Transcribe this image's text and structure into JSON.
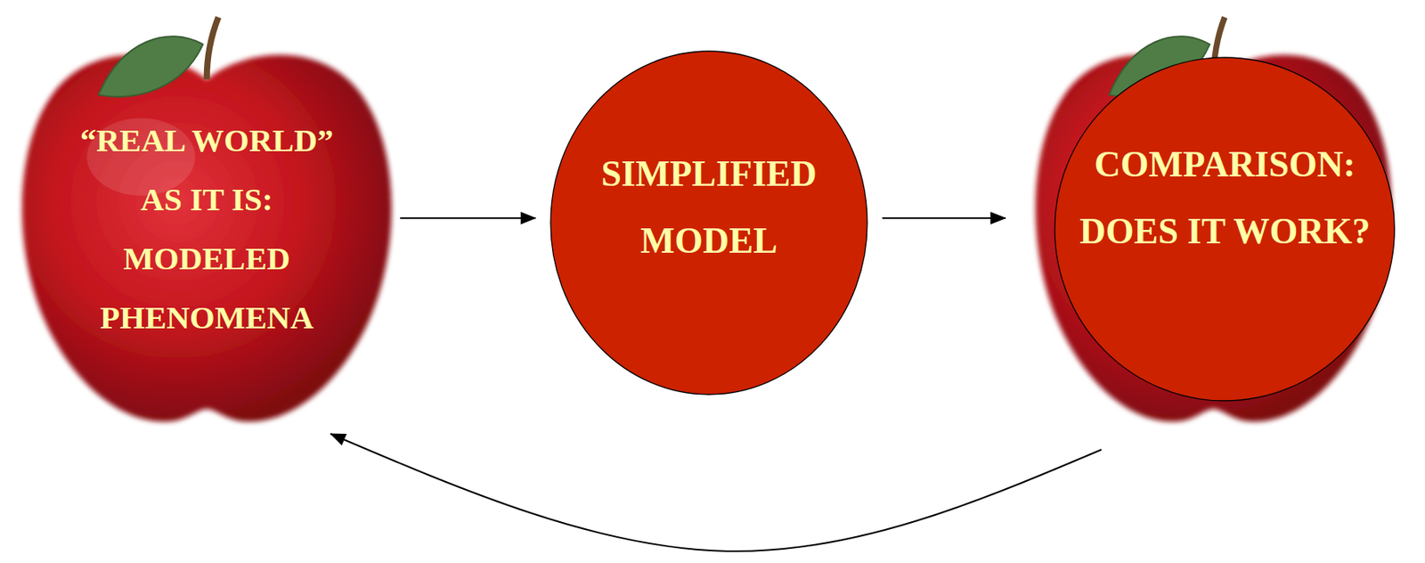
{
  "diagram": {
    "nodes": [
      {
        "text": [
          "“REAL WORLD” AS IT IS: MODELED PHENOMENA"
        ]
      },
      {
        "text": [
          "SIMPLIFIED MODEL"
        ]
      },
      {
        "text": [
          "COMPARISON: DOES IT WORK?"
        ]
      }
    ],
    "edges": [
      {
        "from": 0,
        "to": 1,
        "arrow": "to"
      },
      {
        "from": 1,
        "to": 2,
        "arrow": "to"
      },
      {
        "from": 2,
        "to": 0,
        "arrow": "to"
      }
    ]
  }
}
